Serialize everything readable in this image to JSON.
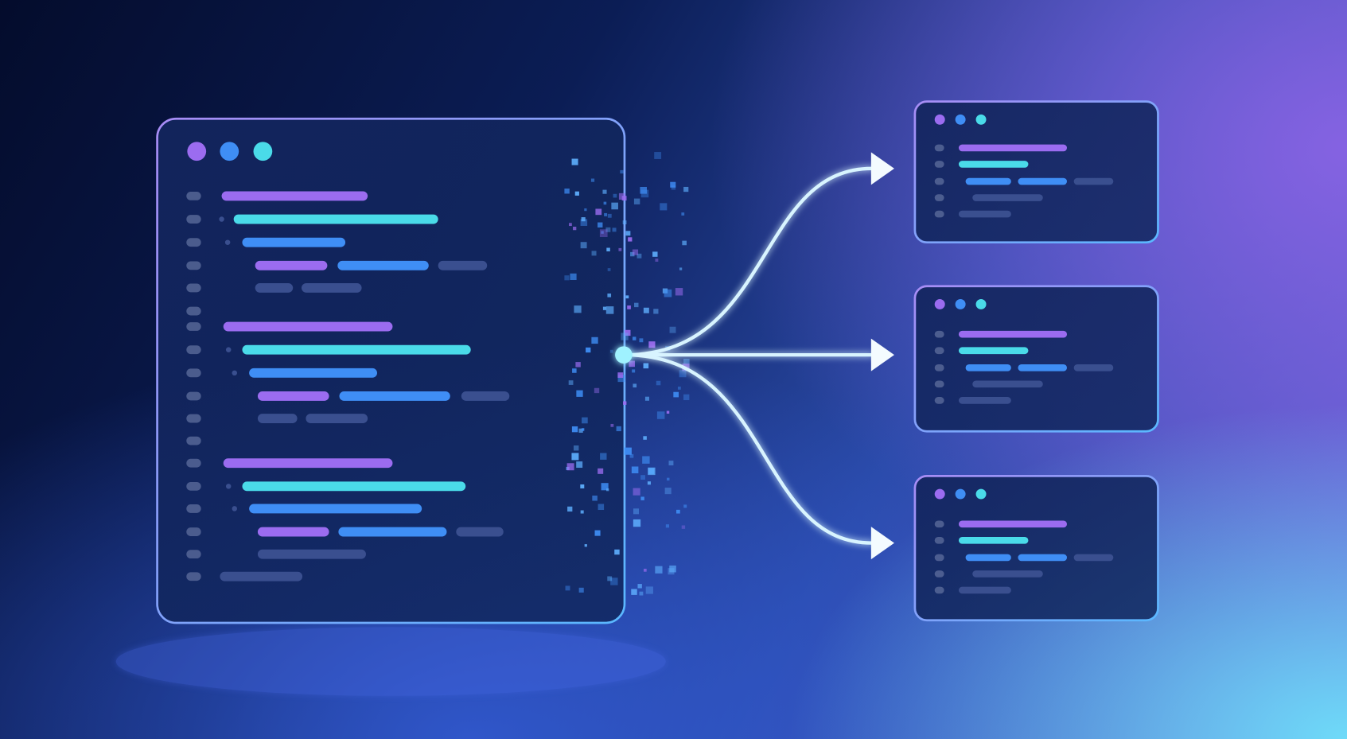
{
  "colors": {
    "purple": "#9b6cf0",
    "blue": "#3f8ef5",
    "cyan": "#4adbe9",
    "muted": "#3a4f8f",
    "gutter": "#5a6a9a",
    "panel": "#0f1f4e",
    "border": "#8fb4ff",
    "node": "#9ff2ff",
    "flow": "#d8f4ff"
  },
  "icons": {
    "window_dots": [
      "purple-dot-icon",
      "blue-dot-icon",
      "cyan-dot-icon"
    ],
    "arrow": "arrow-right-icon"
  },
  "diagram": {
    "source_window": "code-editor-window",
    "target_windows": 3,
    "connector": "branching-arrows"
  }
}
